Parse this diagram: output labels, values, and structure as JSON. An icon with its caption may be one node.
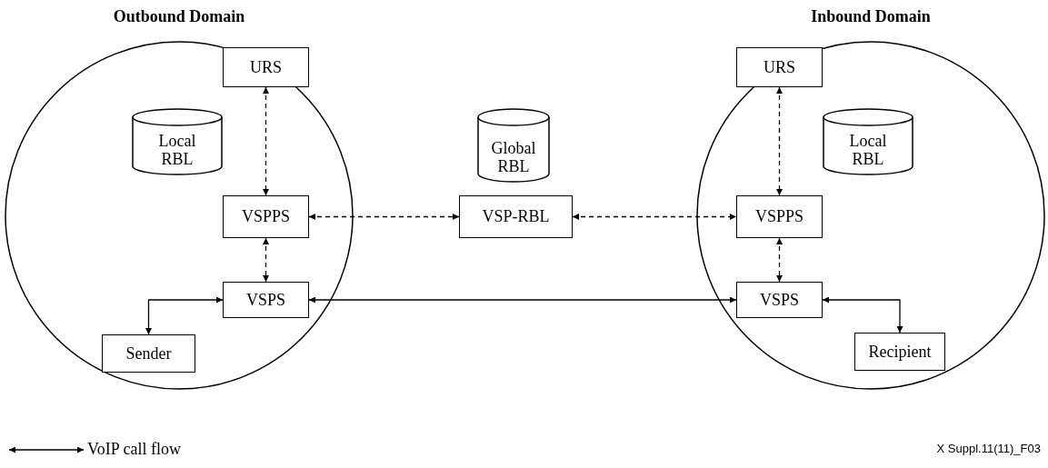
{
  "diagram": {
    "nodes": [
      {
        "text": [
          "Outbound Domain"
        ]
      },
      {
        "text": [
          "URS"
        ],
        "in": 0
      },
      {
        "text": [
          "Local RBL"
        ],
        "in": 0
      },
      {
        "text": [
          "VSPPS"
        ],
        "in": 0
      },
      {
        "text": [
          "VSPS"
        ],
        "in": 0
      },
      {
        "text": [
          "Sender"
        ],
        "in": 0
      },
      {
        "text": [
          "Global RBL"
        ]
      },
      {
        "text": [
          "VSP-RBL"
        ]
      },
      {
        "text": [
          "Inbound Domain"
        ]
      },
      {
        "text": [
          "URS"
        ],
        "in": 8
      },
      {
        "text": [
          "Local RBL"
        ],
        "in": 8
      },
      {
        "text": [
          "VSPPS"
        ],
        "in": 8
      },
      {
        "text": [
          "VSPS"
        ],
        "in": 8
      },
      {
        "text": [
          "Recipient"
        ],
        "in": 8
      }
    ],
    "edges": [
      {
        "from": 1,
        "to": 3,
        "arrow": "both",
        "style": "dashed"
      },
      {
        "from": 3,
        "to": 4,
        "arrow": "both",
        "style": "dashed"
      },
      {
        "from": 4,
        "to": 5,
        "arrow": "both"
      },
      {
        "from": 3,
        "to": 7,
        "arrow": "both",
        "style": "dashed"
      },
      {
        "from": 7,
        "to": 11,
        "arrow": "both",
        "style": "dashed"
      },
      {
        "from": 4,
        "to": 12,
        "arrow": "both"
      },
      {
        "from": 9,
        "to": 11,
        "arrow": "both",
        "style": "dashed"
      },
      {
        "from": 11,
        "to": 12,
        "arrow": "both",
        "style": "dashed"
      },
      {
        "from": 12,
        "to": 13,
        "arrow": "both"
      }
    ],
    "labels": [
      "X Suppl.11(11)_F03"
    ],
    "legend": [
      {
        "text": "VoIP call flow"
      }
    ]
  }
}
